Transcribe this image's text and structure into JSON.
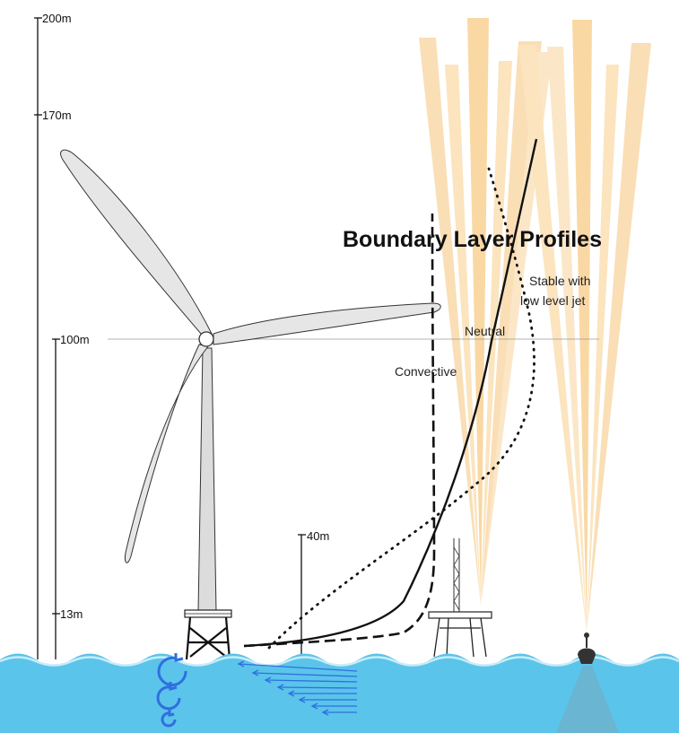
{
  "title": "Boundary Layer Profiles",
  "height_axis": {
    "ticks": [
      {
        "label": "200m",
        "value": 200
      },
      {
        "label": "170m",
        "value": 170
      },
      {
        "label": "100m",
        "value": 100
      },
      {
        "label": "13m",
        "value": 13
      }
    ]
  },
  "mast_label": "40m",
  "profiles": {
    "neutral": "Neutral",
    "convective": "Convective",
    "stable_line1": "Stable with",
    "stable_line2": "low level jet"
  },
  "colors": {
    "sea": "#5bc4ea",
    "sea_foam": "#c9ecf8",
    "lidar_beam": "#f8cf8a",
    "blade": "#e6e6e6",
    "current_arrow": "#2f6fe0",
    "ink": "#111111"
  }
}
